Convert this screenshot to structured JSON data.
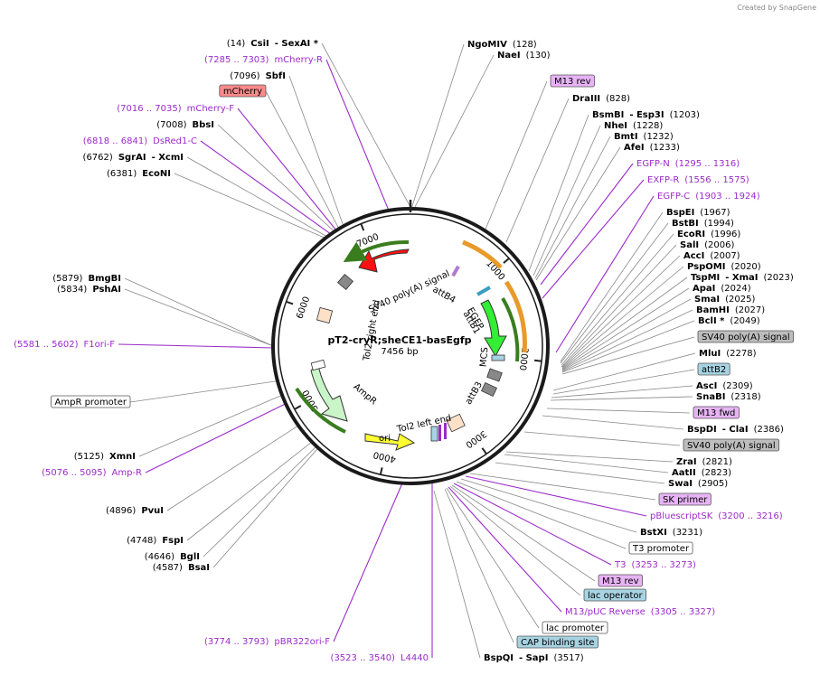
{
  "watermark": "Created by SnapGene",
  "plasmid": {
    "name": "pT2-cryR;sheCE1-basEgfp",
    "size": "7456 bp"
  },
  "colors": {
    "backbone": "#222222",
    "primer": "#9b2bc9",
    "primer_bg": "#e7b3f5",
    "grey_feature": "#bdbdbd",
    "blue_feature": "#a7d3e2",
    "red_feature": "#f98b8b",
    "ampR": "#c9f5c9",
    "ori": "#ffff33",
    "egfp": "#33ee33",
    "mcherry": "#ff1111"
  },
  "ticks": [
    "1000",
    "2000",
    "3000",
    "4000",
    "5000",
    "6000",
    "7000"
  ],
  "features": {
    "sv40_polyA": "SV40 poly(A) signal",
    "attB4": "attB4",
    "egfp": "EGFP",
    "attB1": "attB1",
    "mcs": "MCS",
    "attB3": "attB3",
    "tol2_left": "Tol2 left end",
    "ori": "ori",
    "ampR": "AmpR",
    "tol2_right": "Tol2 right end"
  },
  "left_labels": [
    {
      "pos": "(14)",
      "name": "CsiI",
      "extra": " - SexAI *",
      "type": "enzyme"
    },
    {
      "pos": "(7285 .. 7303)",
      "name": "mCherry-R",
      "type": "primer"
    },
    {
      "pos": "(7096)",
      "name": "SbfI",
      "type": "enzyme"
    },
    {
      "name": "mCherry",
      "type": "box-red"
    },
    {
      "pos": "(7016 .. 7035)",
      "name": "mCherry-F",
      "type": "primer"
    },
    {
      "pos": "(7008)",
      "name": "BbsI",
      "type": "enzyme"
    },
    {
      "pos": "(6818 .. 6841)",
      "name": "DsRed1-C",
      "type": "primer"
    },
    {
      "pos": "(6762)",
      "name": "SgrAI",
      "extra": " - XcmI",
      "type": "enzyme"
    },
    {
      "pos": "(6381)",
      "name": "EcoNI",
      "type": "enzyme"
    },
    {
      "pos": "(5879)",
      "name": "BmgBI",
      "type": "enzyme"
    },
    {
      "pos": "(5834)",
      "name": "PshAI",
      "type": "enzyme"
    },
    {
      "pos": "(5581 .. 5602)",
      "name": "F1ori-F",
      "type": "primer"
    },
    {
      "name": "AmpR promoter",
      "type": "box-white"
    },
    {
      "pos": "(5125)",
      "name": "XmnI",
      "type": "enzyme"
    },
    {
      "pos": "(5076 .. 5095)",
      "name": "Amp-R",
      "type": "primer"
    },
    {
      "pos": "(4896)",
      "name": "PvuI",
      "type": "enzyme"
    },
    {
      "pos": "(4748)",
      "name": "FspI",
      "type": "enzyme"
    },
    {
      "pos": "(4646)",
      "name": "BglI",
      "type": "enzyme"
    },
    {
      "pos": "(4587)",
      "name": "BsaI",
      "type": "enzyme"
    },
    {
      "pos": "(3774 .. 3793)",
      "name": "pBR322ori-F",
      "type": "primer"
    },
    {
      "pos": "(3523 .. 3540)",
      "name": "L4440",
      "type": "primer"
    }
  ],
  "right_labels": [
    {
      "name": "NgoMIV",
      "pos": "(128)",
      "type": "enzyme"
    },
    {
      "name": "NaeI",
      "pos": "(130)",
      "type": "enzyme"
    },
    {
      "name": "M13 rev",
      "type": "box-primer"
    },
    {
      "name": "DraIII",
      "pos": "(828)",
      "type": "enzyme"
    },
    {
      "name": "BsmBI",
      "extra": " - Esp3I",
      "pos": "(1203)",
      "type": "enzyme"
    },
    {
      "name": "NheI",
      "pos": "(1228)",
      "type": "enzyme"
    },
    {
      "name": "BmtI",
      "pos": "(1232)",
      "type": "enzyme"
    },
    {
      "name": "AfeI",
      "pos": "(1233)",
      "type": "enzyme"
    },
    {
      "name": "EGFP-N",
      "pos": "(1295 .. 1316)",
      "type": "primer"
    },
    {
      "name": "EXFP-R",
      "pos": "(1556 .. 1575)",
      "type": "primer"
    },
    {
      "name": "EGFP-C",
      "pos": "(1903 .. 1924)",
      "type": "primer"
    },
    {
      "name": "BspEI",
      "pos": "(1967)",
      "type": "enzyme"
    },
    {
      "name": "BstBI",
      "pos": "(1994)",
      "type": "enzyme"
    },
    {
      "name": "EcoRI",
      "pos": "(1996)",
      "type": "enzyme"
    },
    {
      "name": "SalI",
      "pos": "(2006)",
      "type": "enzyme"
    },
    {
      "name": "AccI",
      "pos": "(2007)",
      "type": "enzyme"
    },
    {
      "name": "PspOMI",
      "pos": "(2020)",
      "type": "enzyme"
    },
    {
      "name": "TspMI",
      "extra": " - XmaI",
      "pos": "(2023)",
      "type": "enzyme"
    },
    {
      "name": "ApaI",
      "pos": "(2024)",
      "type": "enzyme"
    },
    {
      "name": "SmaI",
      "pos": "(2025)",
      "type": "enzyme"
    },
    {
      "name": "BamHI",
      "pos": "(2027)",
      "type": "enzyme"
    },
    {
      "name": "BclI *",
      "pos": "(2049)",
      "type": "enzyme"
    },
    {
      "name": "SV40 poly(A) signal",
      "type": "box-grey"
    },
    {
      "name": "MluI",
      "pos": "(2278)",
      "type": "enzyme"
    },
    {
      "name": "attB2",
      "type": "box-blue"
    },
    {
      "name": "AscI",
      "pos": "(2309)",
      "type": "enzyme"
    },
    {
      "name": "SnaBI",
      "pos": "(2318)",
      "type": "enzyme"
    },
    {
      "name": "M13 fwd",
      "type": "box-primer"
    },
    {
      "name": "BspDI",
      "extra": " - ClaI",
      "pos": "(2386)",
      "type": "enzyme"
    },
    {
      "name": "SV40 poly(A) signal",
      "type": "box-grey"
    },
    {
      "name": "ZraI",
      "pos": "(2821)",
      "type": "enzyme"
    },
    {
      "name": "AatII",
      "pos": "(2823)",
      "type": "enzyme"
    },
    {
      "name": "SwaI",
      "pos": "(2905)",
      "type": "enzyme"
    },
    {
      "name": "SK primer",
      "type": "box-primer"
    },
    {
      "name": "pBluescriptSK",
      "pos": "(3200 .. 3216)",
      "type": "primer"
    },
    {
      "name": "BstXI",
      "pos": "(3231)",
      "type": "enzyme"
    },
    {
      "name": "T3 promoter",
      "type": "box-white"
    },
    {
      "name": "T3",
      "pos": "(3253 .. 3273)",
      "type": "primer"
    },
    {
      "name": "M13 rev",
      "type": "box-primer"
    },
    {
      "name": "lac operator",
      "type": "box-blue"
    },
    {
      "name": "M13/pUC Reverse",
      "pos": "(3305 .. 3327)",
      "type": "primer"
    },
    {
      "name": "lac promoter",
      "type": "box-white"
    },
    {
      "name": "CAP binding site",
      "type": "box-blue"
    },
    {
      "name": "BspQI",
      "extra": " - SapI",
      "pos": "(3517)",
      "type": "enzyme"
    }
  ]
}
